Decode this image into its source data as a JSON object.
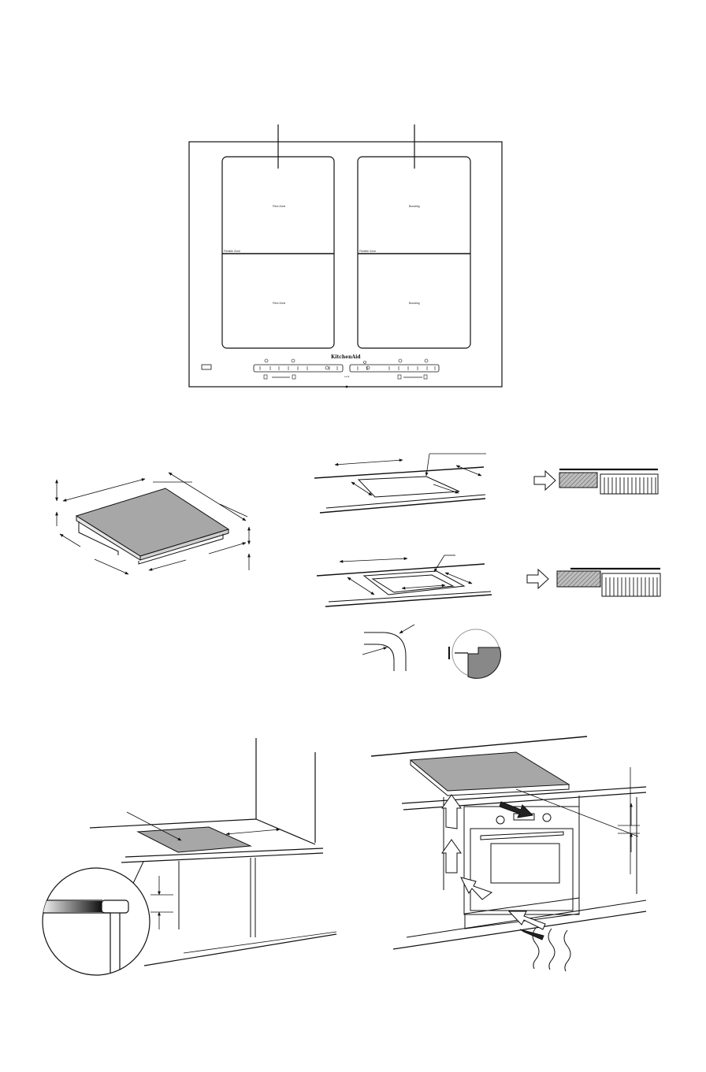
{
  "cooktop": {
    "brand": "KitchenAid",
    "zones": {
      "left_top": "Flexi Zone",
      "left_bottom": "Flexi Zone",
      "right_top": "Boosting",
      "right_bottom": "Boosting",
      "left_divider": "Flexible Zone",
      "right_divider": "Flexible Zone"
    },
    "control_center": "Lock"
  },
  "colors": {
    "line": "#111111",
    "glass": "#a7a7a7",
    "arrow_fill": "#222222"
  }
}
